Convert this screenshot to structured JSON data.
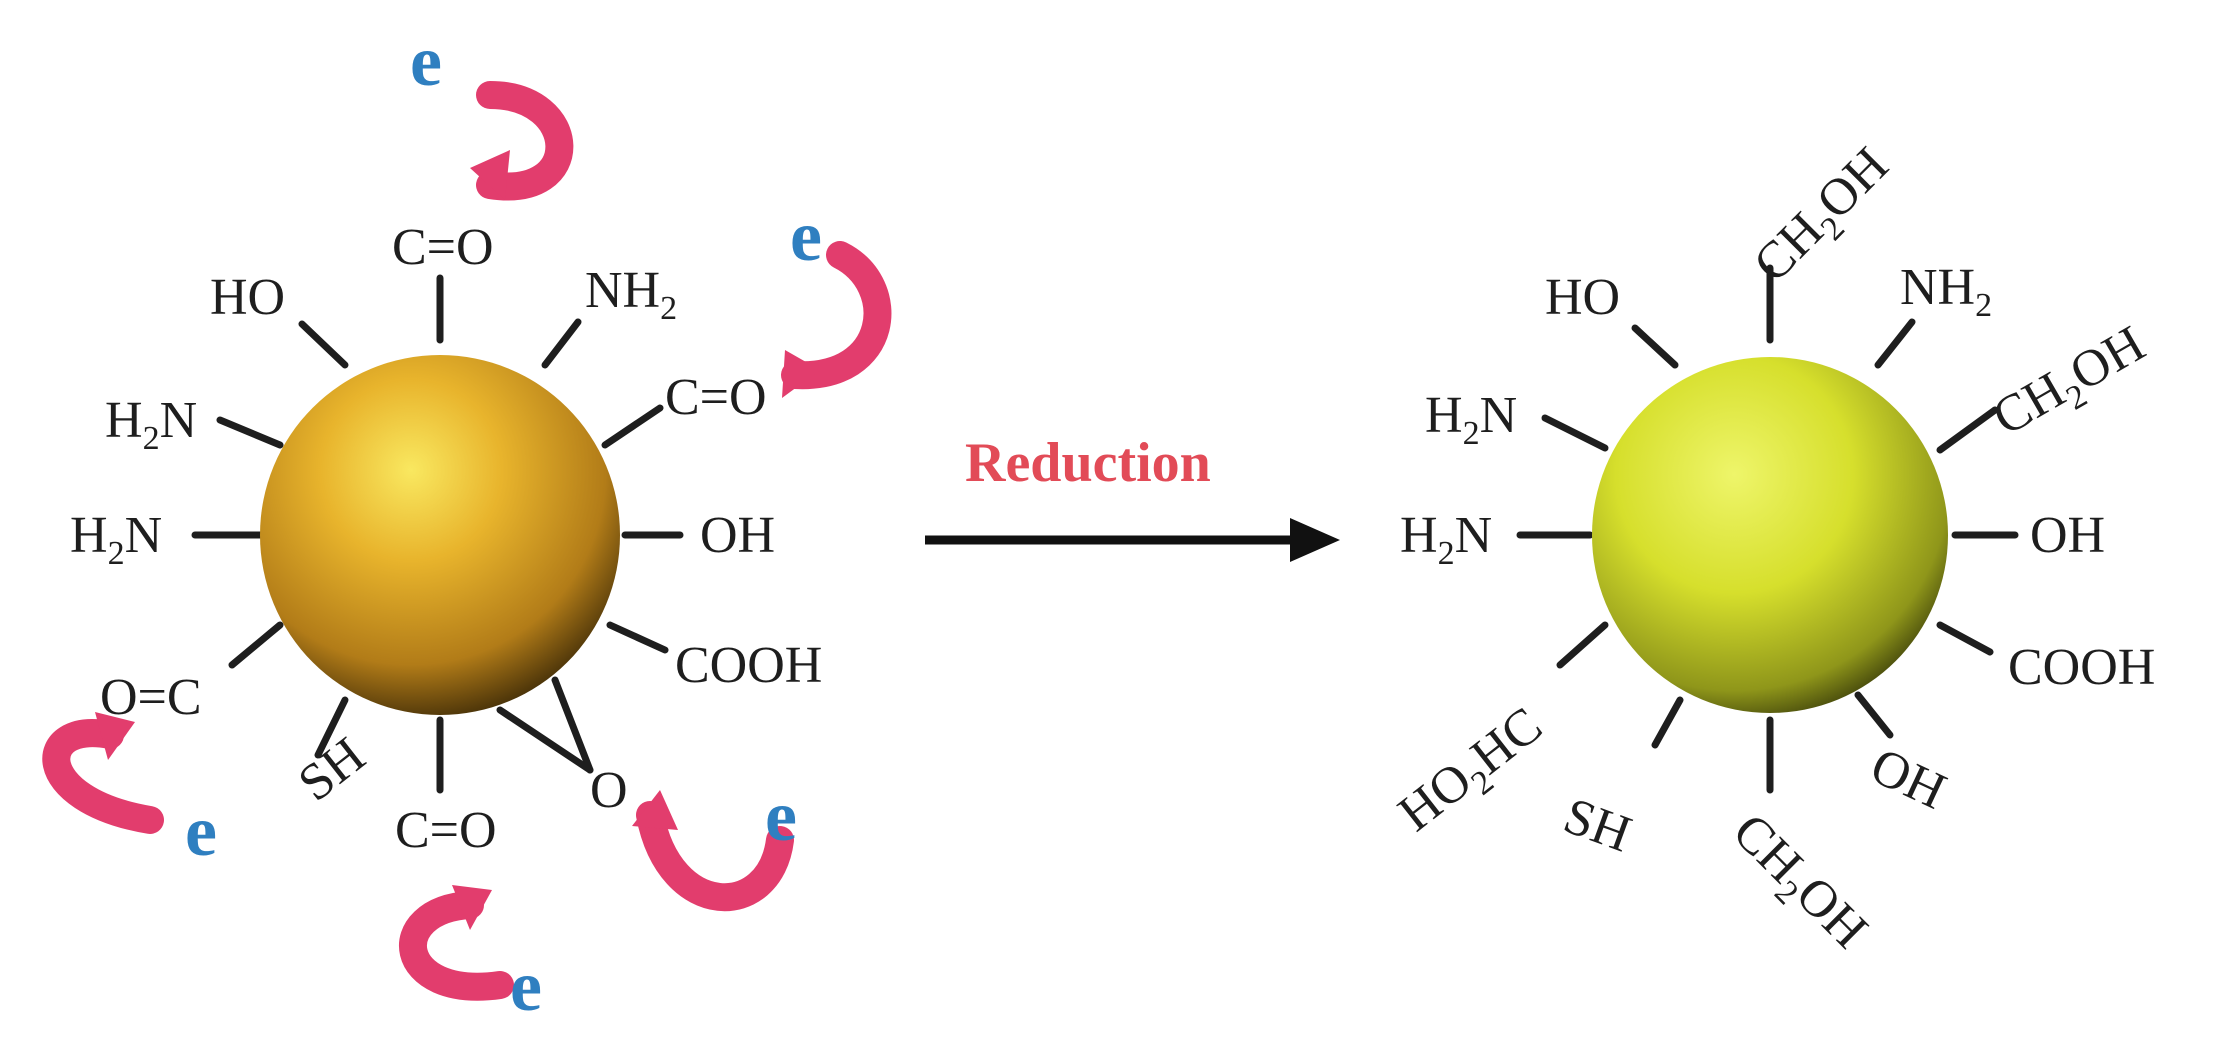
{
  "reaction": {
    "arrow_label": "Reduction",
    "electron_symbol": "e"
  },
  "left_particle": {
    "groups": [
      {
        "id": "g1",
        "parts": [
          [
            "C=O",
            ""
          ]
        ]
      },
      {
        "id": "g2",
        "parts": [
          [
            "HO",
            ""
          ]
        ]
      },
      {
        "id": "g3",
        "parts": [
          [
            "NH",
            ""
          ],
          [
            "2",
            "sub"
          ]
        ]
      },
      {
        "id": "g4",
        "parts": [
          [
            "C=O",
            ""
          ]
        ]
      },
      {
        "id": "g5",
        "parts": [
          [
            "H",
            ""
          ],
          [
            "2",
            "sub"
          ],
          [
            "N",
            ""
          ]
        ]
      },
      {
        "id": "g6",
        "parts": [
          [
            "H",
            ""
          ],
          [
            "2",
            "sub"
          ],
          [
            "N",
            ""
          ]
        ]
      },
      {
        "id": "g7",
        "parts": [
          [
            "OH",
            ""
          ]
        ]
      },
      {
        "id": "g8",
        "parts": [
          [
            "COOH",
            ""
          ]
        ]
      },
      {
        "id": "g9",
        "parts": [
          [
            "O=C",
            ""
          ]
        ]
      },
      {
        "id": "g10",
        "parts": [
          [
            "SH",
            ""
          ]
        ]
      },
      {
        "id": "g11",
        "parts": [
          [
            "C=O",
            ""
          ]
        ]
      },
      {
        "id": "g12",
        "parts": [
          [
            "O",
            ""
          ]
        ]
      }
    ]
  },
  "right_particle": {
    "groups": [
      {
        "id": "r1",
        "parts": [
          [
            "CH",
            ""
          ],
          [
            "2",
            "sub"
          ],
          [
            "OH",
            ""
          ]
        ]
      },
      {
        "id": "r2",
        "parts": [
          [
            "HO",
            ""
          ]
        ]
      },
      {
        "id": "r3",
        "parts": [
          [
            "NH",
            ""
          ],
          [
            "2",
            "sub"
          ]
        ]
      },
      {
        "id": "r4",
        "parts": [
          [
            "CH",
            ""
          ],
          [
            "2",
            "sub"
          ],
          [
            "OH",
            ""
          ]
        ]
      },
      {
        "id": "r5",
        "parts": [
          [
            "H",
            ""
          ],
          [
            "2",
            "sub"
          ],
          [
            "N",
            ""
          ]
        ]
      },
      {
        "id": "r6",
        "parts": [
          [
            "H",
            ""
          ],
          [
            "2",
            "sub"
          ],
          [
            "N",
            ""
          ]
        ]
      },
      {
        "id": "r7",
        "parts": [
          [
            "OH",
            ""
          ]
        ]
      },
      {
        "id": "r8",
        "parts": [
          [
            "COOH",
            ""
          ]
        ]
      },
      {
        "id": "r9",
        "parts": [
          [
            "HO",
            ""
          ],
          [
            "2",
            "sub"
          ],
          [
            "HC",
            ""
          ]
        ]
      },
      {
        "id": "r10",
        "parts": [
          [
            "SH",
            ""
          ]
        ]
      },
      {
        "id": "r11",
        "parts": [
          [
            "CH",
            ""
          ],
          [
            "2",
            "sub"
          ],
          [
            "OH",
            ""
          ]
        ]
      },
      {
        "id": "r12",
        "parts": [
          [
            "OH",
            ""
          ]
        ]
      }
    ]
  },
  "colors": {
    "gold_particle": "#d9a320",
    "yellow_particle": "#d8e12a",
    "electron_arrow": "#e23d6d",
    "electron_text": "#2f7fc0",
    "reaction_label": "#e24b57",
    "bond": "#1e1e1e"
  }
}
